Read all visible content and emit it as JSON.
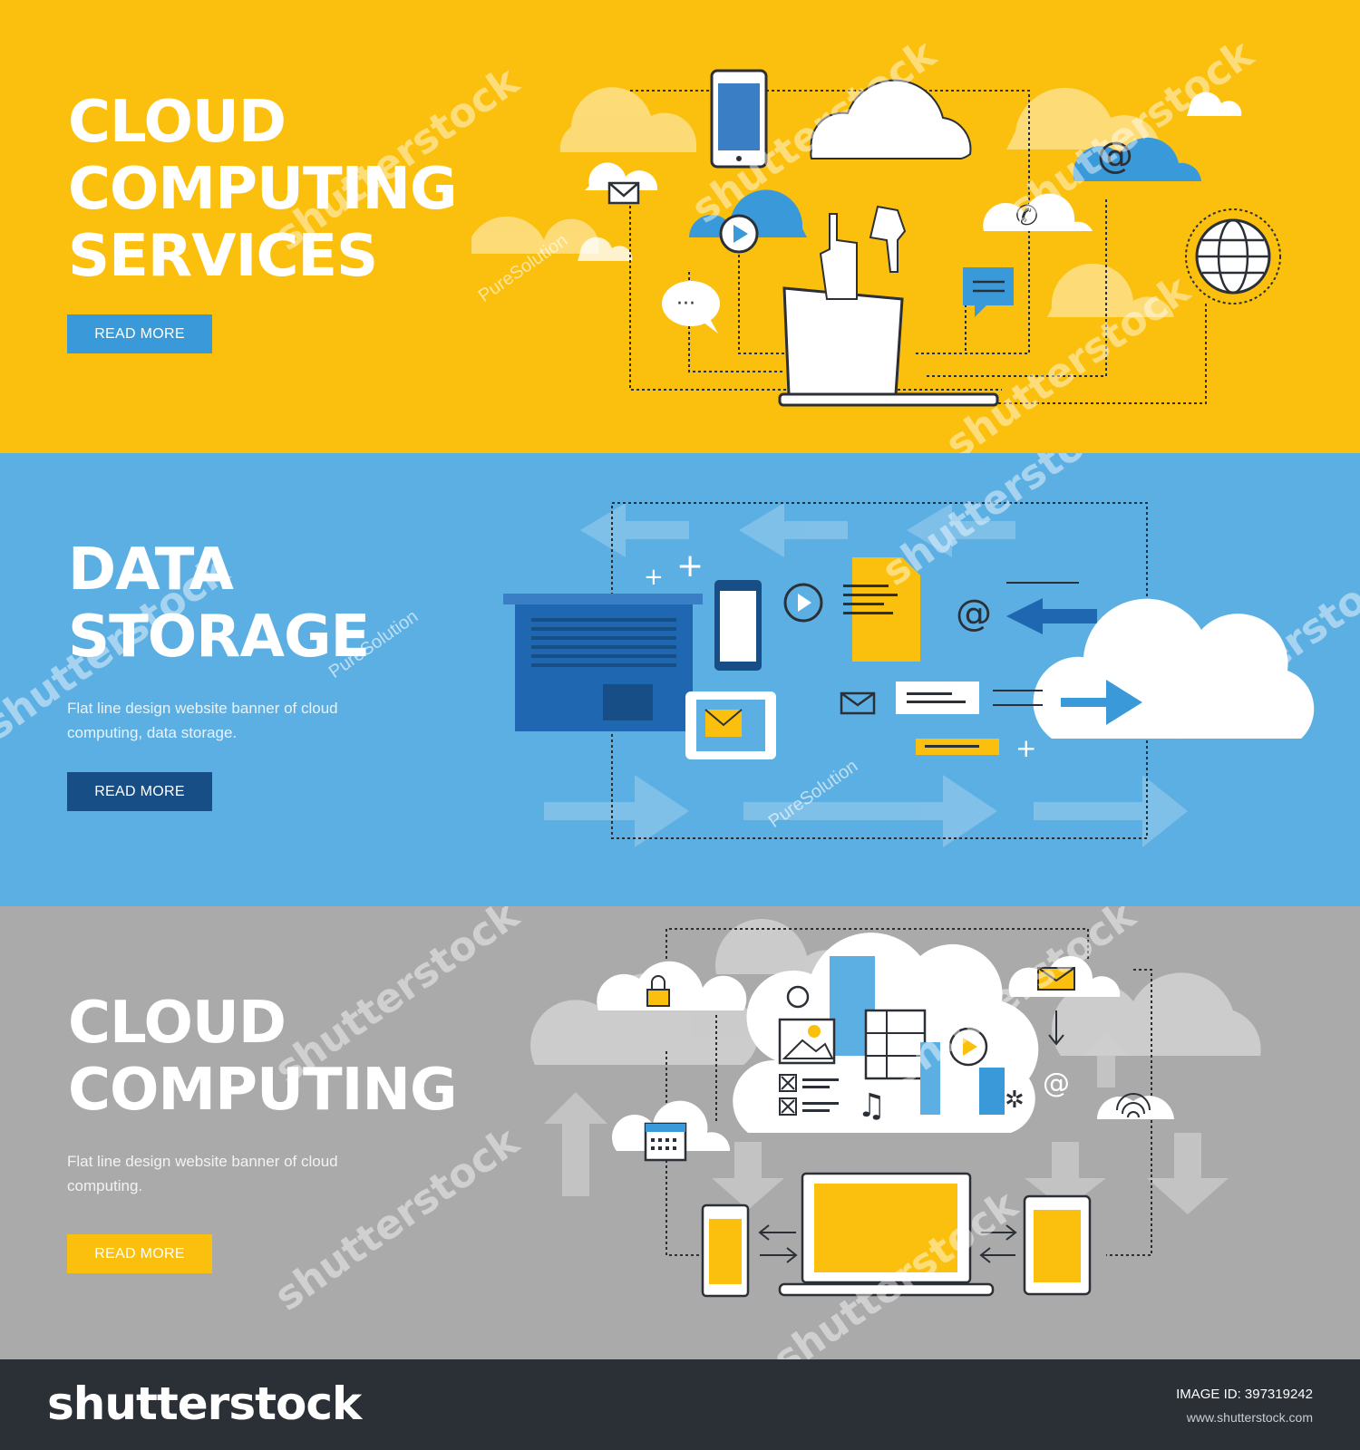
{
  "banners": [
    {
      "title_lines": [
        "CLOUD",
        "COMPUTING",
        "SERVICES"
      ],
      "description": "",
      "button_label": "READ MORE",
      "background": "#fbbf0e",
      "button_color": "#3a9ad9"
    },
    {
      "title_lines": [
        "DATA",
        "STORAGE"
      ],
      "description": "Flat line design website banner of cloud computing, data storage.",
      "button_label": "READ MORE",
      "background": "#5cafe3",
      "button_color": "#174e85"
    },
    {
      "title_lines": [
        "CLOUD",
        "COMPUTING"
      ],
      "description": "Flat line design website banner of cloud computing.",
      "button_label": "READ MORE",
      "background": "#aaaaaa",
      "button_color": "#fbbf0e"
    }
  ],
  "watermark": {
    "brand": "shutterstock",
    "author": "PureSolution"
  },
  "footer": {
    "logo": "shutterstock",
    "image_id": "IMAGE ID: 397319242",
    "site": "www.shutterstock.com"
  },
  "icons": [
    "mobile-icon",
    "cloud-icon",
    "mail-icon",
    "play-icon",
    "chat-icon",
    "phone-icon",
    "at-icon",
    "globe-icon",
    "laptop-icon",
    "pointing-hand-icon",
    "file-icon",
    "tablet-icon",
    "lock-icon",
    "calendar-icon",
    "wifi-icon",
    "music-icon",
    "gear-icon",
    "arrow-icon"
  ]
}
